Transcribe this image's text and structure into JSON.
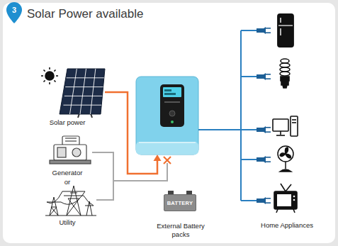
{
  "diagram": {
    "title": "Solar Power available",
    "nodes": [
      {
        "text": [
          "Solar power"
        ]
      },
      {
        "text": [
          "Generator"
        ]
      },
      {
        "text": [
          "Utility"
        ]
      },
      {
        "text": [
          "BATTERY",
          "External Battery packs"
        ]
      },
      {
        "text": [
          "Home Appliances"
        ]
      }
    ],
    "labels": [
      "3",
      "or"
    ]
  }
}
